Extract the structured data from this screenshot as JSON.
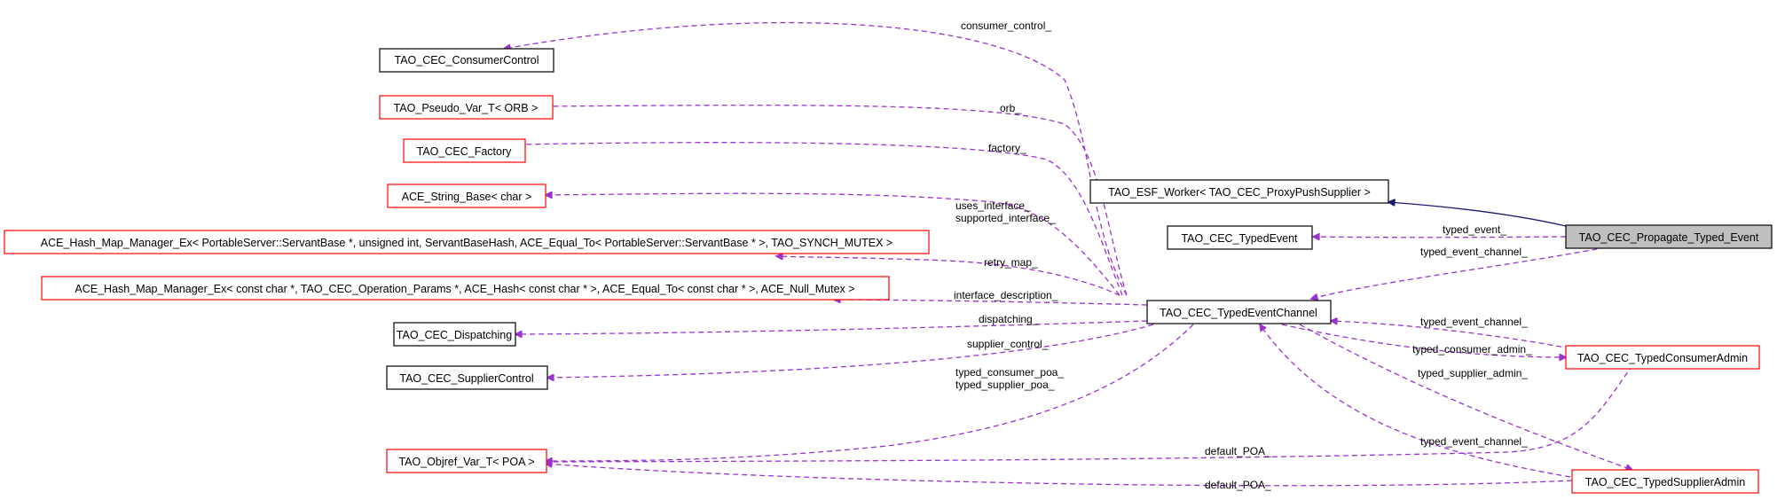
{
  "colors": {
    "usage_edge": "#9a32cd",
    "inherit_edge": "#191970",
    "border_documented": "#000000",
    "border_undocumented": "#ff0000",
    "focus_fill": "#bfbfbf",
    "node_fill": "#ffffff"
  },
  "nodes": {
    "consumer_control": "TAO_CEC_ConsumerControl",
    "pseudo_var": "TAO_Pseudo_Var_T< ORB >",
    "factory": "TAO_CEC_Factory",
    "string_base": "ACE_String_Base< char >",
    "hash_map_servant": "ACE_Hash_Map_Manager_Ex< PortableServer::ServantBase *, unsigned int, ServantBaseHash, ACE_Equal_To< PortableServer::ServantBase * >, TAO_SYNCH_MUTEX >",
    "hash_map_ops": "ACE_Hash_Map_Manager_Ex< const char *, TAO_CEC_Operation_Params *, ACE_Hash< const char * >, ACE_Equal_To< const char * >, ACE_Null_Mutex >",
    "dispatching": "TAO_CEC_Dispatching",
    "supplier_control": "TAO_CEC_SupplierControl",
    "objref_var": "TAO_Objref_Var_T< POA >",
    "esf_worker": "TAO_ESF_Worker< TAO_CEC_ProxyPushSupplier >",
    "typed_event": "TAO_CEC_TypedEvent",
    "typed_event_channel": "TAO_CEC_TypedEventChannel",
    "propagate": "TAO_CEC_Propagate_Typed_Event",
    "consumer_admin": "TAO_CEC_TypedConsumerAdmin",
    "supplier_admin": "TAO_CEC_TypedSupplierAdmin"
  },
  "edge_labels": {
    "consumer_control": "consumer_control_",
    "orb": "orb_",
    "factory": "factory_",
    "uses_interface": "uses_interface_",
    "supported_interface": "supported_interface_",
    "retry_map": "retry_map_",
    "interface_description": "interface_description_",
    "dispatching": "dispatching_",
    "supplier_control": "supplier_control_",
    "typed_consumer_poa": "typed_consumer_poa_",
    "typed_supplier_poa": "typed_supplier_poa_",
    "typed_event": "typed_event_",
    "typed_event_channel_1": "typed_event_channel_",
    "typed_event_channel_2": "typed_event_channel_",
    "typed_event_channel_3": "typed_event_channel_",
    "typed_consumer_admin": "typed_consumer_admin_",
    "typed_supplier_admin": "typed_supplier_admin_",
    "default_poa_1": "default_POA_",
    "default_poa_2": "default_POA_"
  }
}
